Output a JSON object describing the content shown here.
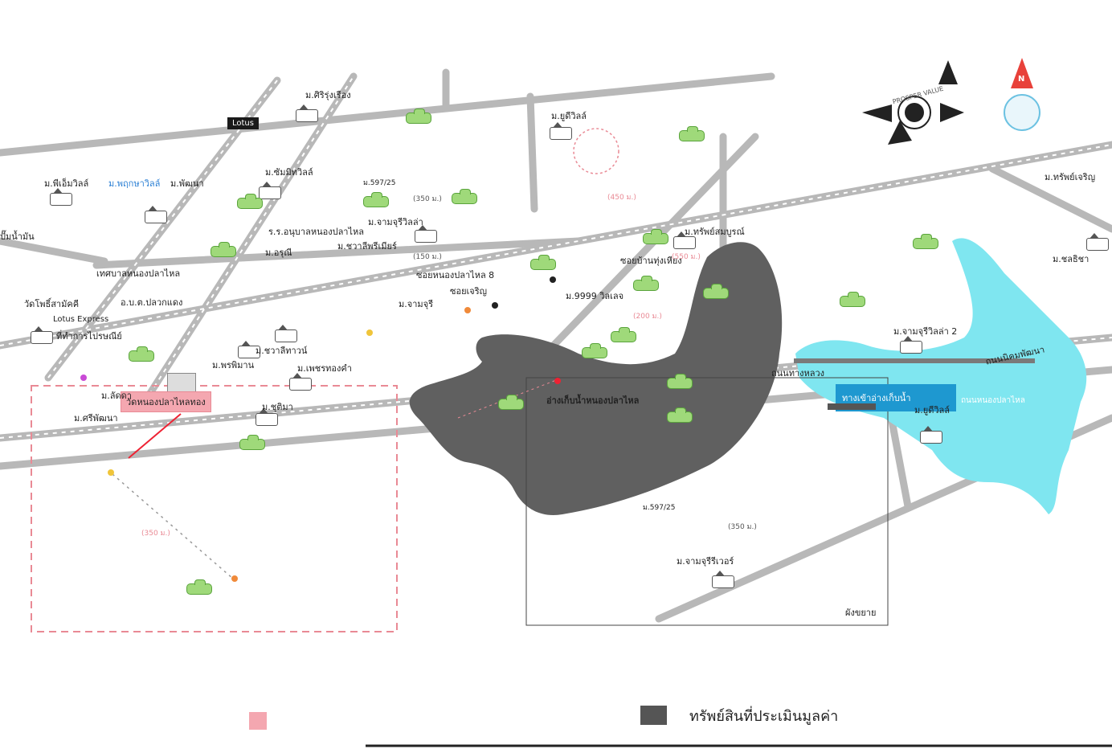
{
  "map": {
    "legend": {
      "label": "ทรัพย์สินที่ประเมินมูลค่า",
      "color": "#555555"
    },
    "subject_marker_color": "#f4a7b0",
    "lake_color": "#606060",
    "water_color": "#7fe6f0",
    "highlight": {
      "main_label": "อ่างเก็บน้ำหนองปลาไหล",
      "subject_badge": "วัดหนองปลาไหลทอง",
      "blue_badge_1": "ทางเข้าอ่างเก็บน้ำ",
      "blue_badge_2": "ถนนหนองปลาไหล"
    },
    "labels": {
      "l01": "ม.ศิริรุ่งเรือง",
      "l02": "ม.พีเอ็มวิลล์",
      "l03": "ม.ยูดีวิลล์",
      "l04": "ม.ซัมมิทวิลล์",
      "l05": "ม.พัฒนา",
      "l06": "ม.พฤกษาวิลล์",
      "l07": "ม.จามจุรีวิลล่า",
      "l08": "ร.ร.อนุบาลหนองปลาไหล",
      "l09": "ม.ชวาลีพรีเมียร์",
      "l10": "ม.อรุณี",
      "l11": "ม.ทรัพย์สมบูรณ์",
      "l12": "เทศบาลหนองปลาไหล",
      "l13": "อ.บ.ต.ปลวกแดง",
      "l14": "วัดโพธิ์สามัคคี",
      "l15": "Lotus Express",
      "l16": "ที่ทำการไปรษณีย์",
      "l17": "ม.ชวาลีทาวน์",
      "l18": "ม.เพชรทองคำ",
      "l19": "ม.พรพิมาน",
      "l20": "ม.ชุติมา",
      "l21": "ซอยหนองปลาไหล 8",
      "l22": "ซอยเจริญ",
      "l23": "ม.จามจุรี",
      "l24": "ม.9999 วิลเลจ",
      "l25": "ซอยบ้านทุ่งเหียง",
      "l26": "ม.ชลธิชา",
      "l27": "ม.จามจุรีวิลล่า 2",
      "l28": "ม.ยูดีวิลล์",
      "l29": "ม.จามจุรีรีเวอร์",
      "l30": "ม.ศรีพัฒนา",
      "l31": "ถนนทางหลวง",
      "l32": "ถนนนิคมพัฒนา",
      "l33": "ม.ทรัพย์เจริญ",
      "l34": "ปั๊มน้ำมัน",
      "l35": "ม.ลัดดา",
      "l36": "ผังขยาย"
    },
    "distances": {
      "d1": "ม.597/25",
      "d2": "(350 ม.)",
      "d3": "(450 ม.)",
      "d4": "(150 ม.)",
      "d5": "(550 ม.)",
      "d6": "(200 ม.)",
      "d7": "(350 ม.)",
      "d8": "ม.597/25",
      "d9": "(350 ม.)"
    },
    "logos": {
      "compass_letter": "N",
      "company": "PROSPER VALUE"
    }
  }
}
